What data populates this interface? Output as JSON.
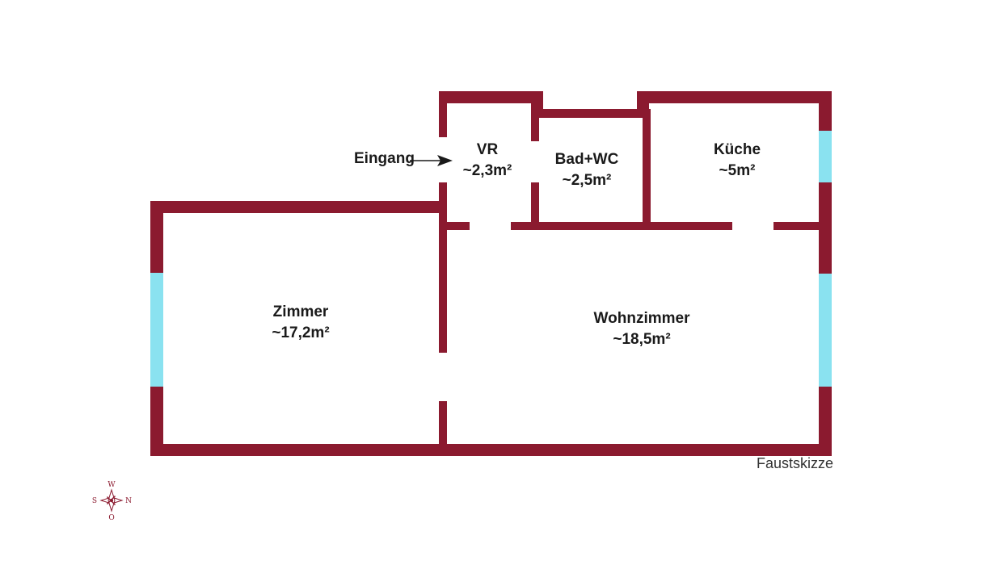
{
  "colors": {
    "wall": "#8b1a2f",
    "window": "#8ae2f0",
    "text": "#1a1a1a"
  },
  "rooms": [
    {
      "name": "VR",
      "area": "~2,3m²"
    },
    {
      "name": "Bad+WC",
      "area": "~2,5m²"
    },
    {
      "name": "Küche",
      "area": "~5m²"
    },
    {
      "name": "Zimmer",
      "area": "~17,2m²"
    },
    {
      "name": "Wohnzimmer",
      "area": "~18,5m²"
    }
  ],
  "entrance": {
    "label": "Eingang"
  },
  "note": "Faustskizze",
  "compass": {
    "top": "W",
    "bottom": "O",
    "left": "S",
    "right": "N"
  }
}
